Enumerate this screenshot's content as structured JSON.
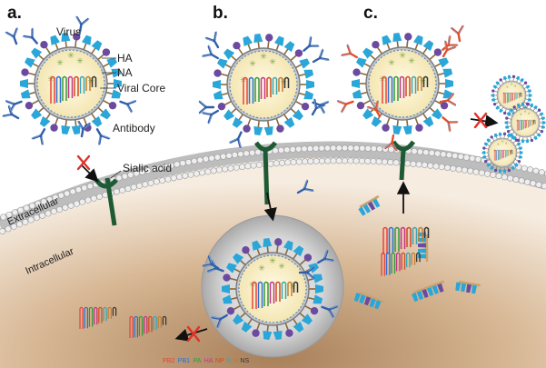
{
  "panels": {
    "a": "a.",
    "b": "b.",
    "c": "c."
  },
  "labels": {
    "virus": "Virus",
    "ha": "HA",
    "na": "NA",
    "viral_core": "Viral Core",
    "antibody": "Antibody",
    "sialic_acid": "Sialic acid",
    "extracellular": "Extracellular",
    "intracellular": "Intracellular"
  },
  "segments": [
    {
      "name": "PB2",
      "color": "#e8433a"
    },
    {
      "name": "PB1",
      "color": "#2b6fd6"
    },
    {
      "name": "PA",
      "color": "#2f9a3c"
    },
    {
      "name": "HA",
      "color": "#c4338a"
    },
    {
      "name": "NP",
      "color": "#d24a1e"
    },
    {
      "name": "N",
      "color": "#33a6b8"
    },
    {
      "name": "M",
      "color": "#c77b2c"
    },
    {
      "name": "NS",
      "color": "#333333"
    }
  ],
  "colors": {
    "ha_protein": "#2aa6d9",
    "na_protein": "#6b4aa0",
    "membrane_head": "#eeeeee",
    "receptor": "#1e5a34",
    "antibody_blue": "#2f5fa8",
    "antibody_red": "#e0502c",
    "block_cross": "#e0312a",
    "core": "#fbf2cf",
    "cytoplasm": "#c9a47d"
  }
}
